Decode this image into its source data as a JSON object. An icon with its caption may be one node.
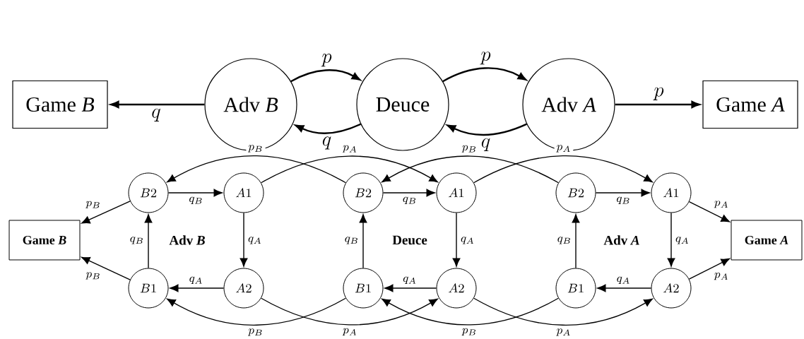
{
  "diagram": {
    "nodes": [
      {
        "text": [
          "Game *B*"
        ]
      },
      {
        "text": [
          "Adv *B*"
        ]
      },
      {
        "text": [
          "Deuce"
        ]
      },
      {
        "text": [
          "Adv *A*"
        ]
      },
      {
        "text": [
          "Game *A*"
        ]
      },
      {
        "text": [
          "Game *B*"
        ]
      },
      {
        "text": [
          "B2"
        ]
      },
      {
        "text": [
          "A1"
        ]
      },
      {
        "text": [
          "B1"
        ]
      },
      {
        "text": [
          "A2"
        ]
      },
      {
        "text": [
          "B2"
        ]
      },
      {
        "text": [
          "A1"
        ]
      },
      {
        "text": [
          "B1"
        ]
      },
      {
        "text": [
          "A2"
        ]
      },
      {
        "text": [
          "B2"
        ]
      },
      {
        "text": [
          "A1"
        ]
      },
      {
        "text": [
          "B1"
        ]
      },
      {
        "text": [
          "A2"
        ]
      },
      {
        "text": [
          "Game *A*"
        ]
      }
    ],
    "edges": [
      {
        "from": 1,
        "to": 0,
        "arrow": "to",
        "label": "q"
      },
      {
        "from": 1,
        "to": 2,
        "arrow": "to",
        "label": "p"
      },
      {
        "from": 2,
        "to": 1,
        "arrow": "to",
        "label": "q"
      },
      {
        "from": 2,
        "to": 3,
        "arrow": "to",
        "label": "p"
      },
      {
        "from": 3,
        "to": 2,
        "arrow": "to",
        "label": "q"
      },
      {
        "from": 3,
        "to": 4,
        "arrow": "to",
        "label": "p"
      },
      {
        "from": 6,
        "to": 7,
        "arrow": "to",
        "label": "q_B"
      },
      {
        "from": 7,
        "to": 9,
        "arrow": "to",
        "label": "q_A"
      },
      {
        "from": 9,
        "to": 8,
        "arrow": "to",
        "label": "q_A"
      },
      {
        "from": 8,
        "to": 6,
        "arrow": "to",
        "label": "q_B"
      },
      {
        "from": 10,
        "to": 11,
        "arrow": "to",
        "label": "q_B"
      },
      {
        "from": 11,
        "to": 13,
        "arrow": "to",
        "label": "q_A"
      },
      {
        "from": 13,
        "to": 12,
        "arrow": "to",
        "label": "q_A"
      },
      {
        "from": 12,
        "to": 10,
        "arrow": "to",
        "label": "q_B"
      },
      {
        "from": 14,
        "to": 15,
        "arrow": "to",
        "label": "q_B"
      },
      {
        "from": 15,
        "to": 17,
        "arrow": "to",
        "label": "q_A"
      },
      {
        "from": 17,
        "to": 16,
        "arrow": "to",
        "label": "q_A"
      },
      {
        "from": 16,
        "to": 14,
        "arrow": "to",
        "label": "q_B"
      },
      {
        "from": 6,
        "to": 5,
        "arrow": "to",
        "label": "p_B"
      },
      {
        "from": 8,
        "to": 5,
        "arrow": "to",
        "label": "p_B"
      },
      {
        "from": 15,
        "to": 18,
        "arrow": "to",
        "label": "p_A"
      },
      {
        "from": 17,
        "to": 18,
        "arrow": "to",
        "label": "p_A"
      },
      {
        "from": 10,
        "to": 6,
        "arrow": "to",
        "label": "p_B"
      },
      {
        "from": 7,
        "to": 11,
        "arrow": "to",
        "label": "p_A"
      },
      {
        "from": 14,
        "to": 10,
        "arrow": "to",
        "label": "p_B"
      },
      {
        "from": 11,
        "to": 15,
        "arrow": "to",
        "label": "p_A"
      },
      {
        "from": 12,
        "to": 8,
        "arrow": "to",
        "label": "p_B"
      },
      {
        "from": 9,
        "to": 13,
        "arrow": "to",
        "label": "p_A"
      },
      {
        "from": 16,
        "to": 12,
        "arrow": "to",
        "label": "p_B"
      },
      {
        "from": 13,
        "to": 17,
        "arrow": "to",
        "label": "p_A"
      }
    ],
    "labels": [
      "Adv *B*",
      "Deuce",
      "Adv *A*"
    ]
  }
}
